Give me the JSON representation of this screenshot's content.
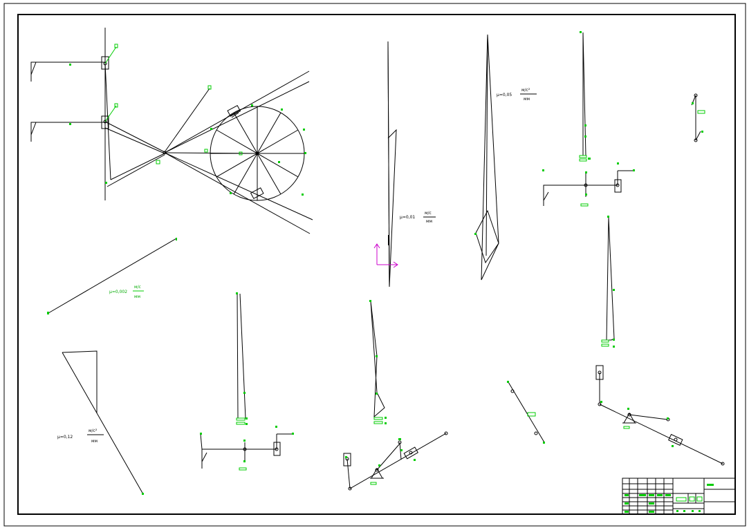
{
  "drawing": {
    "colors": {
      "line": "#000000",
      "annotation": "#00cc00",
      "axis": "#cc00cc",
      "background": "#ffffff"
    }
  },
  "scale_labels": {
    "s1_coef": "μ=0,01",
    "s1_frac_top": "м/с",
    "s1_frac_bottom": "мм",
    "s2_coef": "μ=0,05",
    "s2_frac_top": "м/с²",
    "s2_frac_bottom": "мм",
    "s3_coef": "μ=0,002",
    "s3_frac_top": "м/с",
    "s3_frac_bottom": "мм",
    "s4_coef": "μ=0,12",
    "s4_frac_top": "м/с²",
    "s4_frac_bottom": "мм"
  }
}
